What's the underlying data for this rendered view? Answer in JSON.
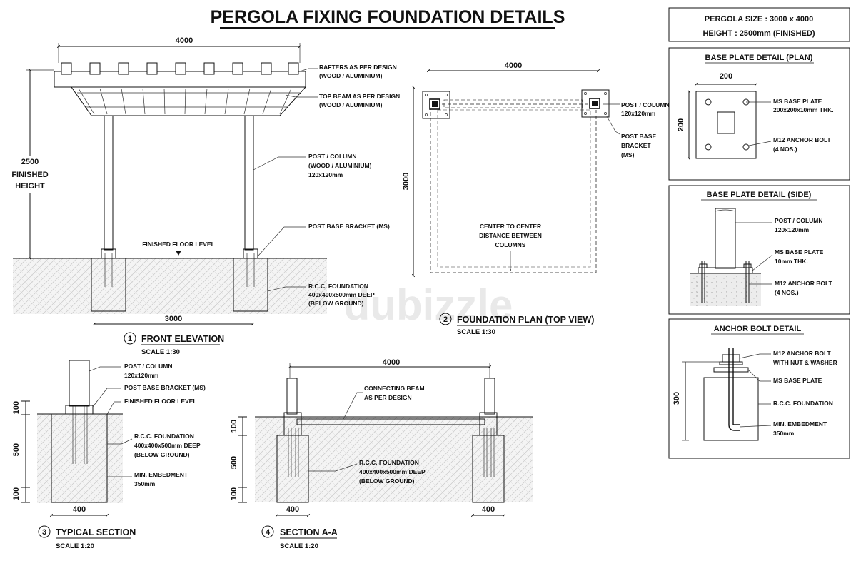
{
  "title": "PERGOLA FIXING FOUNDATION DETAILS",
  "watermark": "dubizzle",
  "info_box": {
    "size": "PERGOLA SIZE : 3000 x 4000",
    "height": "HEIGHT : 2500mm (FINISHED)"
  },
  "front_elevation": {
    "number": "1",
    "caption": "FRONT ELEVATION",
    "scale": "SCALE 1:30",
    "dim_top": "4000",
    "dim_bottom": "3000",
    "height_dim": [
      "2500",
      "FINISHED",
      "HEIGHT"
    ],
    "ffl": "FINISHED FLOOR LEVEL",
    "notes": {
      "rafters": [
        "RAFTERS AS PER DESIGN",
        "(WOOD / ALUMINIUM)"
      ],
      "top_beam": [
        "TOP BEAM AS PER DESIGN",
        "(WOOD / ALUMINIUM)"
      ],
      "post": [
        "POST / COLUMN",
        "(WOOD / ALUMINIUM)",
        "120x120mm"
      ],
      "bracket": [
        "POST BASE BRACKET (MS)"
      ],
      "foundation": [
        "R.C.C. FOUNDATION",
        "400x400x500mm DEEP",
        "(BELOW GROUND)"
      ]
    }
  },
  "foundation_plan": {
    "number": "2",
    "caption": "FOUNDATION PLAN (TOP VIEW)",
    "scale": "SCALE 1:30",
    "dim_top": "4000",
    "dim_left": "3000",
    "notes": {
      "post": [
        "POST / COLUMN",
        "120x120mm"
      ],
      "bracket": [
        "POST BASE",
        "BRACKET",
        "(MS)"
      ],
      "center": [
        "CENTER TO CENTER",
        "DISTANCE BETWEEN",
        "COLUMNS"
      ]
    }
  },
  "typical_section": {
    "number": "3",
    "caption": "TYPICAL SECTION",
    "scale": "SCALE 1:20",
    "dims_left": [
      "100",
      "500",
      "100"
    ],
    "dim_bottom": "400",
    "notes": {
      "post": [
        "POST / COLUMN",
        "120x120mm"
      ],
      "bracket": [
        "POST BASE BRACKET (MS)"
      ],
      "ffl": [
        "FINISHED FLOOR LEVEL"
      ],
      "foundation": [
        "R.C.C. FOUNDATION",
        "400x400x500mm DEEP",
        "(BELOW GROUND)"
      ],
      "embed": [
        "MIN. EMBEDMENT",
        "350mm"
      ]
    }
  },
  "section_aa": {
    "number": "4",
    "caption": "SECTION A-A",
    "scale": "SCALE 1:20",
    "dim_top": "4000",
    "dims_left": [
      "100",
      "500",
      "100"
    ],
    "dim_bottom_left": "400",
    "dim_bottom_right": "400",
    "notes": {
      "beam": [
        "CONNECTING BEAM",
        "AS PER DESIGN"
      ],
      "foundation": [
        "R.C.C. FOUNDATION",
        "400x400x500mm DEEP",
        "(BELOW GROUND)"
      ]
    }
  },
  "base_plate_plan": {
    "heading": "BASE PLATE DETAIL (PLAN)",
    "dim_top": "200",
    "dim_left": "200",
    "notes": {
      "plate": [
        "MS BASE PLATE",
        "200x200x10mm THK."
      ],
      "bolt": [
        "M12 ANCHOR BOLT",
        "(4 NOS.)"
      ]
    }
  },
  "base_plate_side": {
    "heading": "BASE PLATE DETAIL (SIDE)",
    "notes": {
      "post": [
        "POST / COLUMN",
        "120x120mm"
      ],
      "plate": [
        "MS BASE PLATE",
        "10mm THK."
      ],
      "bolt": [
        "M12 ANCHOR BOLT",
        "(4 NOS.)"
      ]
    }
  },
  "anchor_bolt": {
    "heading": "ANCHOR BOLT DETAIL",
    "dim_left": "300",
    "notes": {
      "bolt": [
        "M12 ANCHOR BOLT",
        "WITH NUT & WASHER"
      ],
      "plate": [
        "MS BASE PLATE"
      ],
      "foundation": [
        "R.C.C. FOUNDATION"
      ],
      "embed": [
        "MIN. EMBEDMENT",
        "350mm"
      ]
    }
  }
}
